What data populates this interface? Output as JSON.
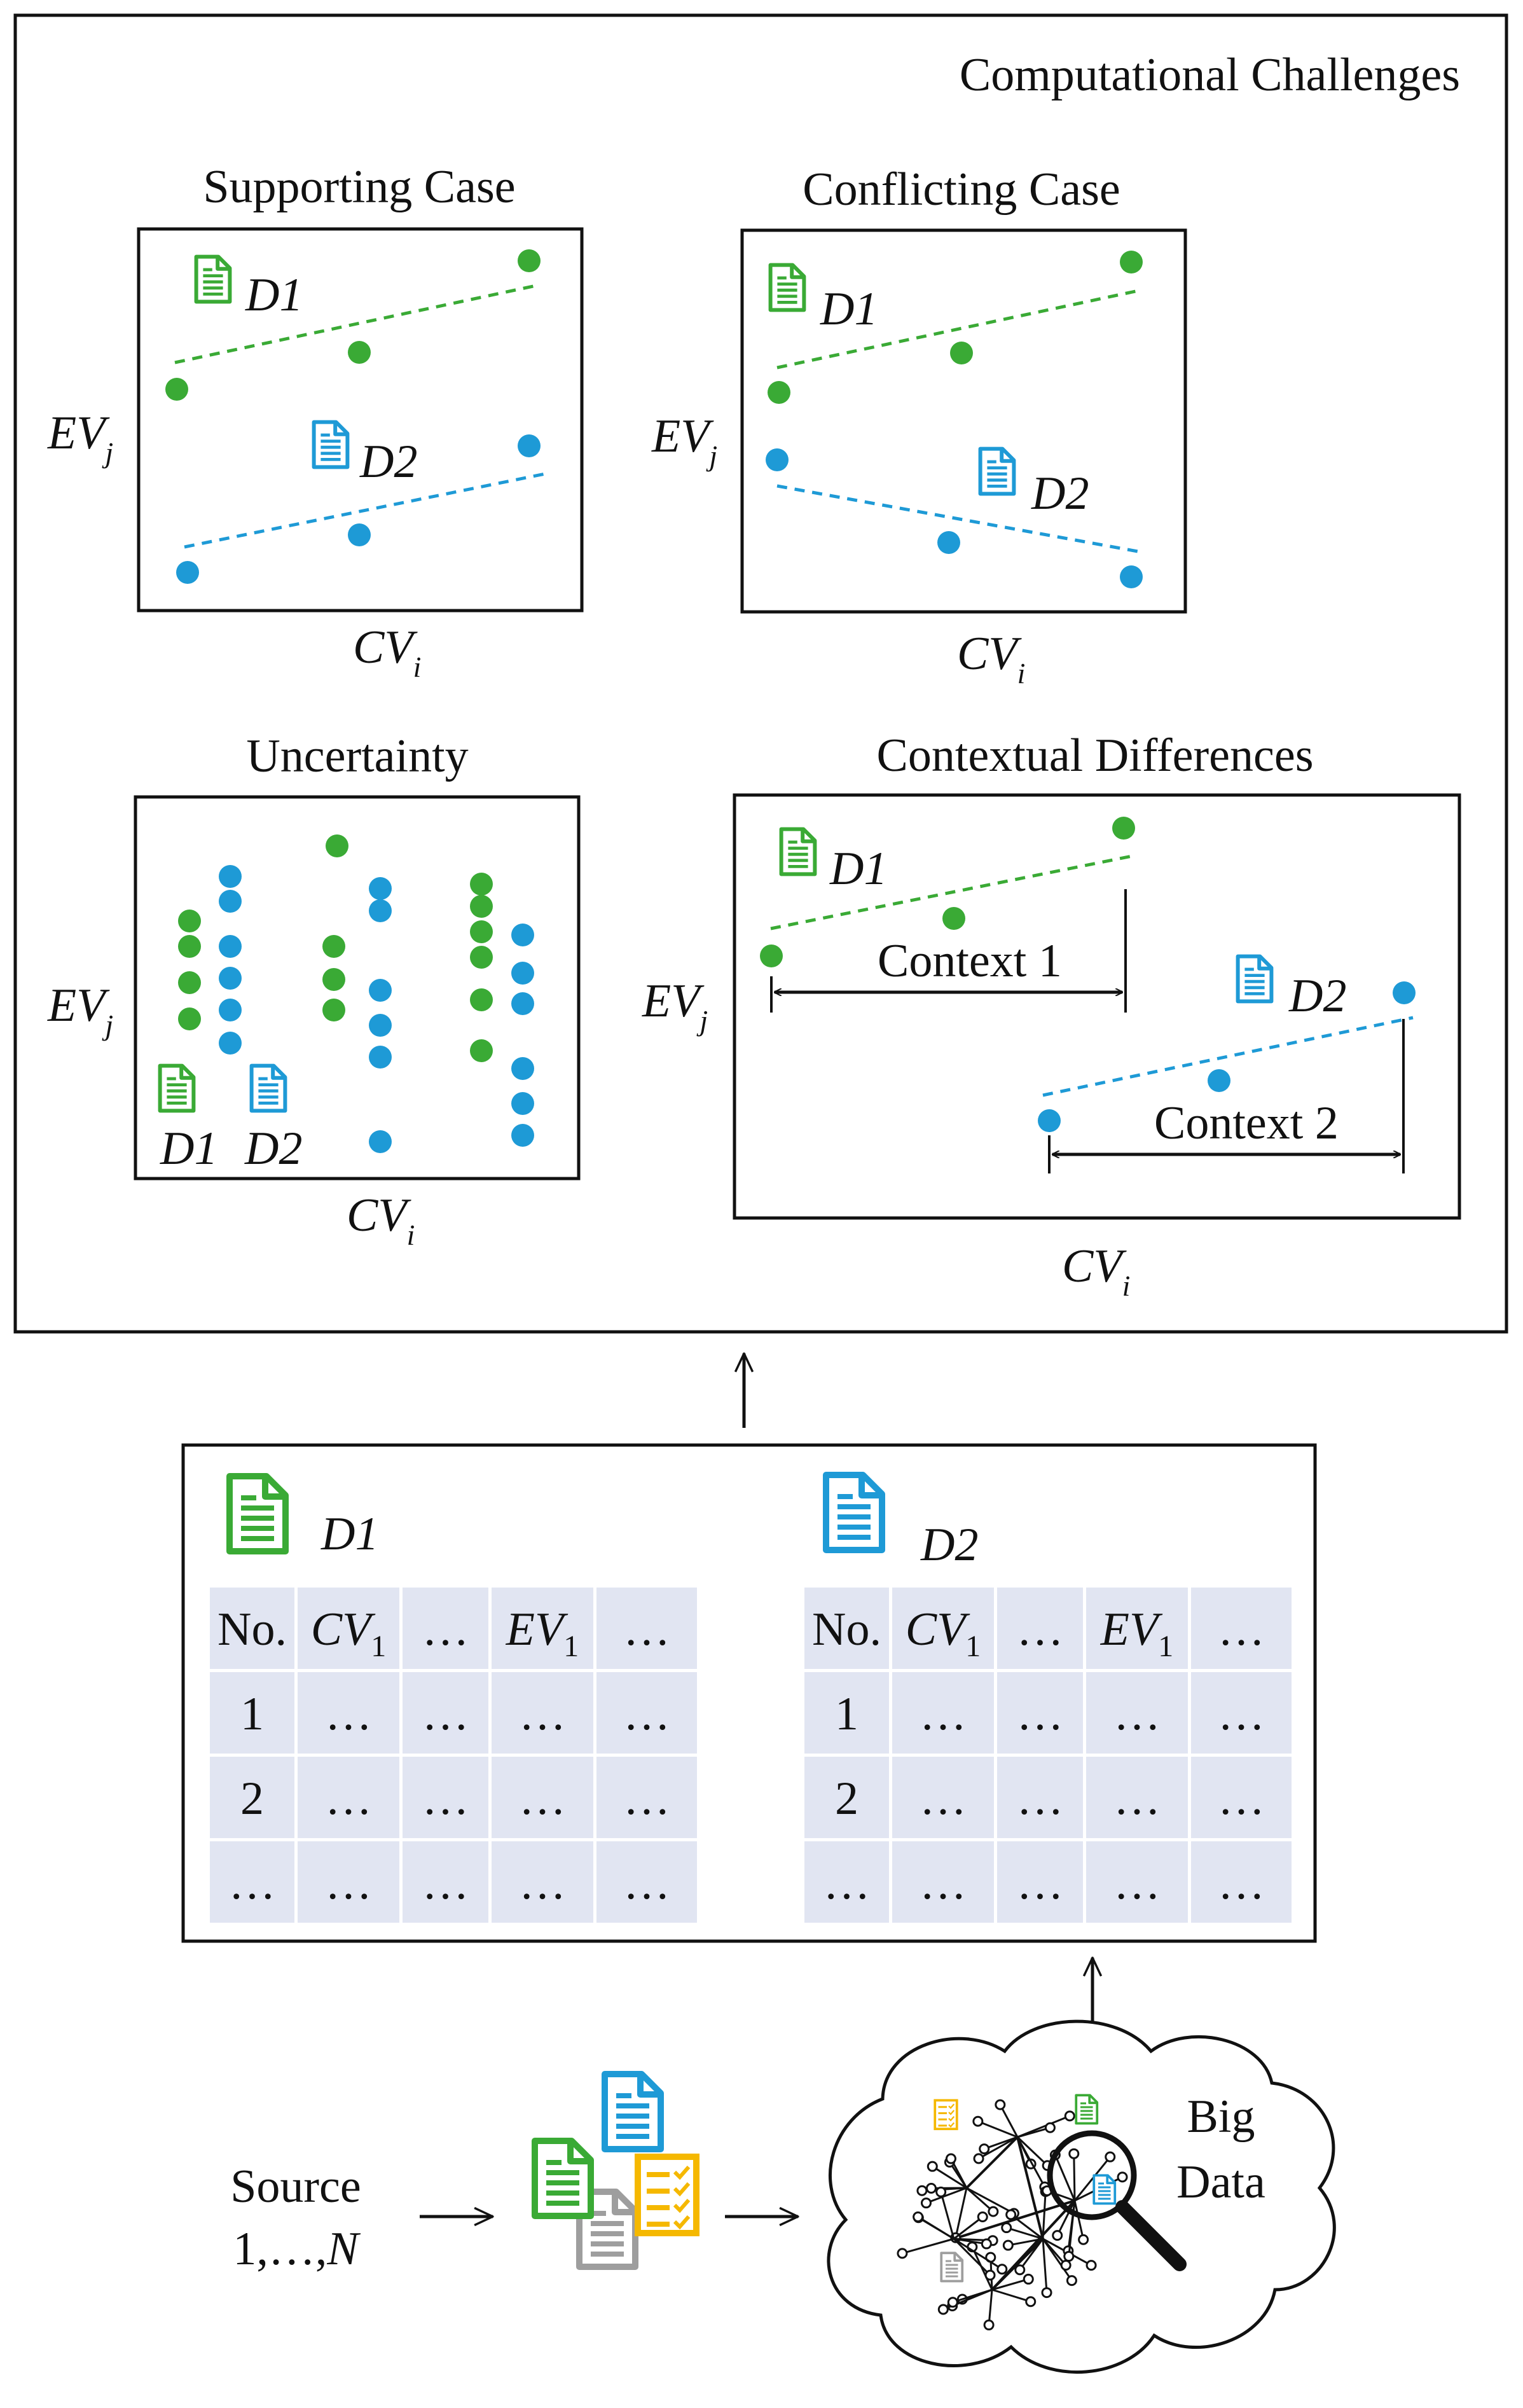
{
  "colors": {
    "d1": "#3aaa35",
    "d2": "#1e9ad6",
    "gray": "#9e9e9e",
    "yellow": "#f5b800",
    "grid_bg": "#e1e5f2"
  },
  "challenges": {
    "title": "Computational Challenges",
    "supporting": {
      "title": "Supporting Case",
      "ylabel": "EV",
      "ysub": "j",
      "xlabel": "CV",
      "xsub": "i",
      "d1": "D1",
      "d2": "D2"
    },
    "conflicting": {
      "title": "Conflicting Case",
      "ylabel": "EV",
      "ysub": "j",
      "xlabel": "CV",
      "xsub": "i",
      "d1": "D1",
      "d2": "D2"
    },
    "uncertainty": {
      "title": "Uncertainty",
      "ylabel": "EV",
      "ysub": "j",
      "xlabel": "CV",
      "xsub": "i",
      "d1": "D1",
      "d2": "D2"
    },
    "contextual": {
      "title": "Contextual Differences",
      "ylabel": "EV",
      "ysub": "j",
      "xlabel": "CV",
      "xsub": "i",
      "d1": "D1",
      "d2": "D2",
      "context1": "Context 1",
      "context2": "Context 2"
    }
  },
  "datasets": {
    "d1": {
      "label": "D1",
      "header": [
        "No.",
        "CV",
        "…",
        "EV",
        "…"
      ],
      "header_sub": [
        "",
        "1",
        "",
        "1",
        ""
      ],
      "rows": [
        [
          "1",
          "…",
          "…",
          "…",
          "…"
        ],
        [
          "2",
          "…",
          "…",
          "…",
          "…"
        ],
        [
          "…",
          "…",
          "…",
          "…",
          "…"
        ]
      ]
    },
    "d2": {
      "label": "D2",
      "header": [
        "No.",
        "CV",
        "…",
        "EV",
        "…"
      ],
      "header_sub": [
        "",
        "1",
        "",
        "1",
        ""
      ],
      "rows": [
        [
          "1",
          "…",
          "…",
          "…",
          "…"
        ],
        [
          "2",
          "…",
          "…",
          "…",
          "…"
        ],
        [
          "…",
          "…",
          "…",
          "…",
          "…"
        ]
      ]
    }
  },
  "source": {
    "line1": "Source",
    "line2": "1,…,",
    "n": "N"
  },
  "big_data": {
    "line1": "Big",
    "line2": "Data"
  }
}
